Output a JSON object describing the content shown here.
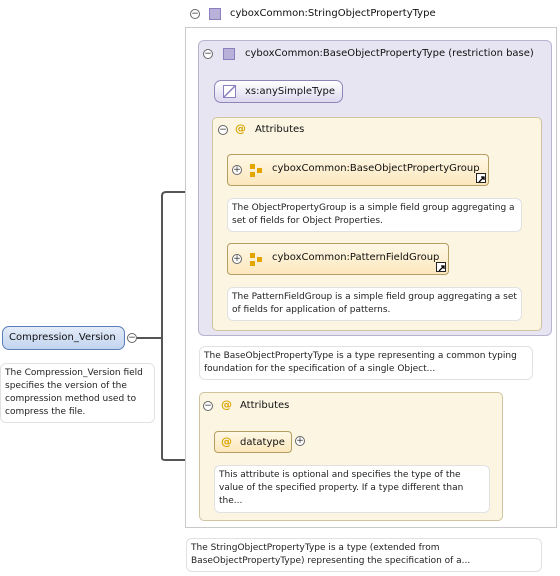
{
  "root": {
    "label": "Compression_Version",
    "description": "The Compression_Version field specifies the version of the compression method used to compress the file."
  },
  "type": {
    "label": "cyboxCommon:StringObjectPropertyType",
    "description": "The StringObjectPropertyType is a type (extended from BaseObjectPropertyType) representing the specification of a..."
  },
  "base": {
    "label": "cyboxCommon:BaseObjectPropertyType (restriction base)",
    "simple_type": "xs:anySimpleType",
    "attributes_label": "Attributes",
    "description": "The BaseObjectPropertyType is a type representing a common typing foundation for the specification of a single Object...",
    "groups": [
      {
        "label": "cyboxCommon:BaseObjectPropertyGroup",
        "description": "The ObjectPropertyGroup is a simple field group aggregating a set of fields for Object Properties."
      },
      {
        "label": "cyboxCommon:PatternFieldGroup",
        "description": "The PatternFieldGroup is a simple field group aggregating a set of fields for application of patterns."
      }
    ]
  },
  "attributes": {
    "label": "Attributes",
    "datatype": {
      "label": "datatype",
      "description": "This attribute is optional and specifies the type of the value of the specified property. If a type different than the..."
    }
  },
  "colors": {
    "root_fill": "#c9d9f0",
    "root_border": "#5b7fb8",
    "attr_icon": "#d9a400",
    "type_icon": "#b9b1d9"
  }
}
